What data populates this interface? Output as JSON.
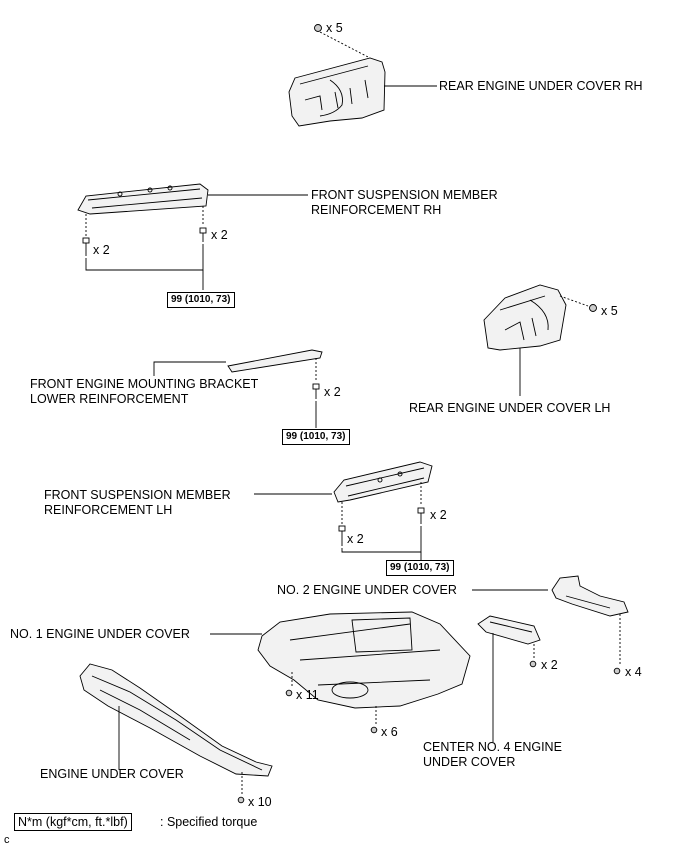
{
  "labels": {
    "rear_rh": "REAR ENGINE UNDER COVER RH",
    "fsm_rh_l1": "FRONT SUSPENSION MEMBER",
    "fsm_rh_l2": "REINFORCEMENT RH",
    "rear_lh": "REAR ENGINE UNDER COVER LH",
    "femb_l1": "FRONT ENGINE MOUNTING BRACKET",
    "femb_l2": "LOWER REINFORCEMENT",
    "fsm_lh_l1": "FRONT SUSPENSION MEMBER",
    "fsm_lh_l2": "REINFORCEMENT LH",
    "no2": "NO. 2 ENGINE UNDER COVER",
    "no1": "NO. 1 ENGINE UNDER COVER",
    "center4_l1": "CENTER NO. 4 ENGINE",
    "center4_l2": "UNDER COVER",
    "engine": "ENGINE UNDER COVER"
  },
  "quantities": {
    "rear_rh_clips": "x 5",
    "fsm_rh_bolt_a": "x 2",
    "fsm_rh_bolt_b": "x 2",
    "rear_lh_clips": "x 5",
    "femb_bolts": "x 2",
    "fsm_lh_bolt_a": "x 2",
    "fsm_lh_bolt_b": "x 2",
    "center4_clips": "x 2",
    "no2_clips": "x 4",
    "no1_clips_a": "x 11",
    "no1_clips_b": "x 6",
    "engine_clips": "x 10"
  },
  "torques": {
    "fsm_rh": "99 (1010, 73)",
    "femb": "99 (1010, 73)",
    "fsm_lh": "99 (1010, 73)"
  },
  "legend": {
    "box": "N*m (kgf*cm, ft.*lbf)",
    "text": ": Specified torque"
  },
  "figure_code": "c"
}
